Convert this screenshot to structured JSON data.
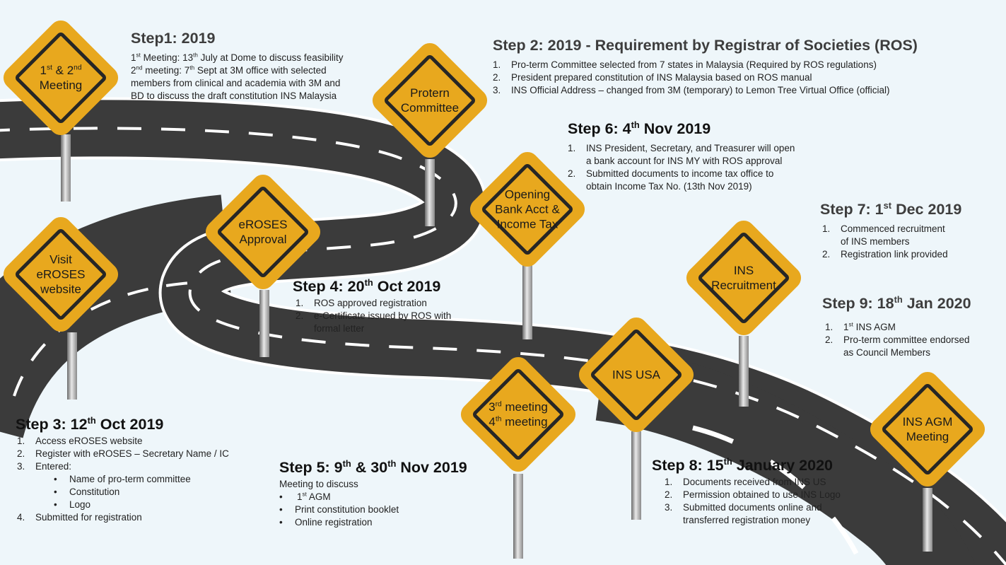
{
  "signs": {
    "s1": {
      "a": "1",
      "sup1": "st",
      "b": " & 2",
      "sup2": "nd",
      "c": "Meeting"
    },
    "s2": [
      "Protern",
      "Committee"
    ],
    "s3": [
      "Visit",
      "eROSES",
      "website"
    ],
    "s4": [
      "eROSES",
      "Approval"
    ],
    "s5": [
      "Opening",
      "Bank Acct &",
      "Income Tax"
    ],
    "s6": [
      "INS",
      "Recruitment"
    ],
    "s7": [
      "INS USA"
    ],
    "s8": {
      "a": "3",
      "sup1": "rd",
      "b": " meeting",
      "c": "4",
      "sup2": "th",
      "d": " meeting"
    },
    "s9": [
      "INS AGM",
      "Meeting"
    ]
  },
  "step1": {
    "title": "Step1: 2019",
    "l1": {
      "a": "1",
      "s1": "st",
      "b": " Meeting: 13",
      "s2": "th",
      "c": " July at Dome to discuss feasibility"
    },
    "l2": {
      "a": "2",
      "s1": "nd",
      "b": " meeting: 7",
      "s2": "th",
      "c": " Sept at 3M office with selected"
    },
    "l3": "members from clinical and academia with 3M and",
    "l4": "BD to discuss the draft constitution INS Malaysia"
  },
  "step2": {
    "title": "Step 2: 2019 - Requirement by Registrar of Societies (ROS)",
    "items": [
      {
        "n": "1.",
        "t": "Pro-term Committee selected from 7 states in Malaysia (Required by ROS regulations)"
      },
      {
        "n": "2.",
        "t": "President prepared constitution of INS Malaysia based on ROS manual"
      },
      {
        "n": "3.",
        "t": "INS Official Address – changed from 3M (temporary) to Lemon Tree Virtual Office (official)"
      }
    ]
  },
  "step6": {
    "title": {
      "a": "Step 6: 4",
      "sup": "th",
      "b": " Nov 2019"
    },
    "items": [
      {
        "n": "1.",
        "t": "INS President, Secretary, and Treasurer will open",
        "t2": "a bank account for INS MY with ROS approval"
      },
      {
        "n": "2.",
        "t": "Submitted documents to income tax office to",
        "t2": "obtain Income Tax No. (13th Nov 2019)"
      }
    ]
  },
  "step7": {
    "title": {
      "a": "Step 7: 1",
      "sup": "st",
      "b": " Dec 2019"
    },
    "items": [
      {
        "n": "1.",
        "t": "Commenced recruitment",
        "t2": "of INS members"
      },
      {
        "n": "2.",
        "t": "Registration link provided"
      }
    ]
  },
  "step9": {
    "title": {
      "a": "Step 9: 18",
      "sup": "th",
      "b": " Jan 2020"
    },
    "items": [
      {
        "n": "1.",
        "a": "1",
        "sup": "st",
        "b": " INS AGM"
      },
      {
        "n": "2.",
        "t": "Pro-term committee endorsed",
        "t2": "as Council Members"
      }
    ]
  },
  "step4": {
    "title": {
      "a": "Step 4: 20",
      "sup": "th",
      "b": " Oct 2019"
    },
    "items": [
      {
        "n": "1.",
        "t": "ROS approved registration"
      },
      {
        "n": "2.",
        "t": "e-Certificate issued by ROS with",
        "t2": "formal letter"
      }
    ]
  },
  "step3": {
    "title": {
      "a": "Step 3: 12",
      "sup": "th",
      "b": " Oct 2019"
    },
    "items": [
      {
        "n": "1.",
        "t": "Access eROSES website"
      },
      {
        "n": "2.",
        "t": "Register with eROSES – Secretary Name / IC"
      },
      {
        "n": "3.",
        "t": "Entered:"
      },
      {
        "n": "4.",
        "t": "Submitted for registration"
      }
    ],
    "bullets": [
      "Name of pro-term committee",
      "Constitution",
      "Logo"
    ],
    "bullet": "•"
  },
  "step5": {
    "title": {
      "a": "Step 5: 9",
      "sup1": "th",
      "b": " & 30",
      "sup2": "th",
      "c": " Nov 2019"
    },
    "intro": "Meeting to discuss",
    "b1": {
      "a": "1",
      "sup": "st",
      "b": " AGM"
    },
    "b2": "Print constitution booklet",
    "b3": "Online registration",
    "bullet": "•"
  },
  "step8": {
    "title": {
      "a": "Step 8: 15",
      "sup": "th",
      "b": " January 2020"
    },
    "items": [
      {
        "n": "1.",
        "t": "Documents received from INS US"
      },
      {
        "n": "2.",
        "t": "Permission obtained  to use INS Logo"
      },
      {
        "n": "3.",
        "t": "Submitted documents online and",
        "t2": "transferred registration money"
      }
    ]
  },
  "colors": {
    "sign": "#e8a81e",
    "road": "#3b3b3b",
    "background": "#eef6fa"
  }
}
